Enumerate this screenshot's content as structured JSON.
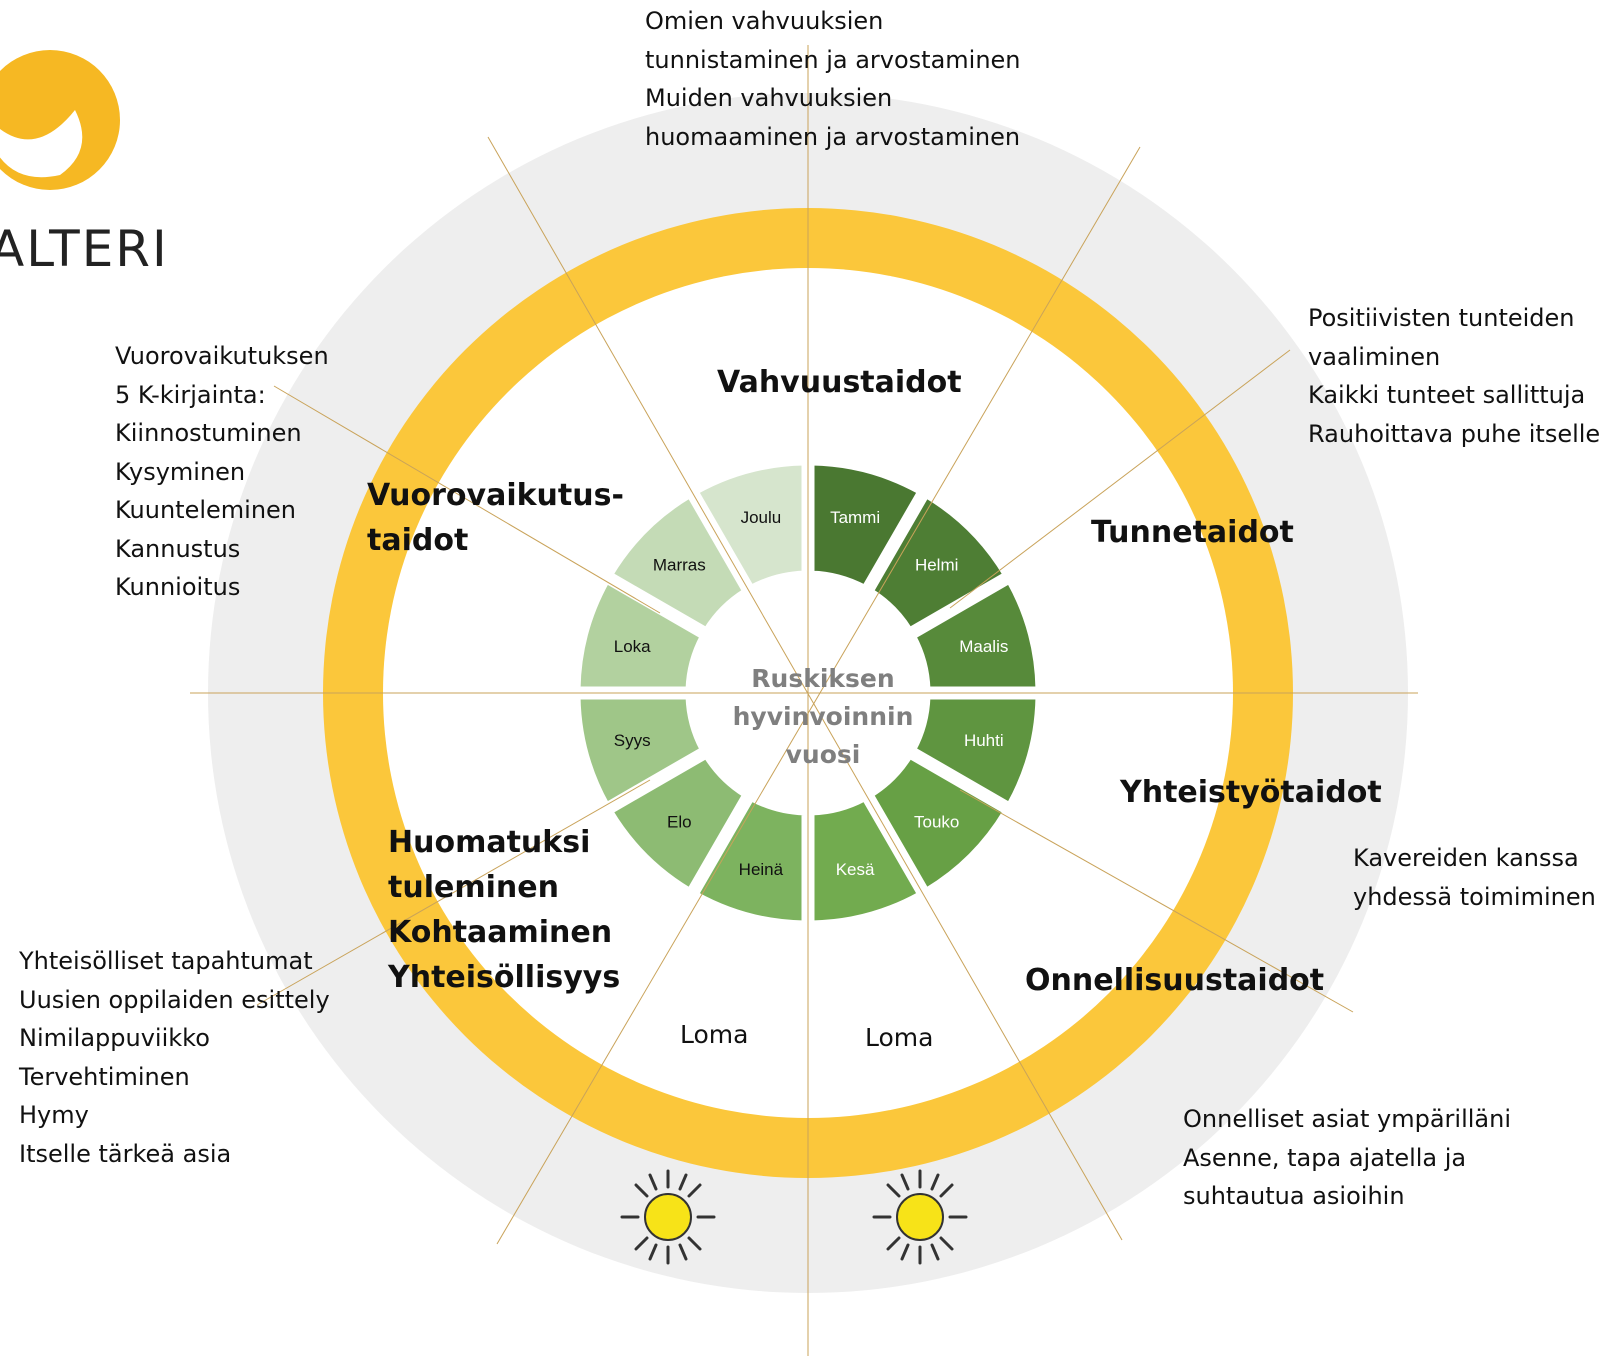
{
  "logo": {
    "text": "ALTERI",
    "color": "#f6b823"
  },
  "colors": {
    "outer_ring": "#eeeeee",
    "yellow_ring": "#fbc73b",
    "guide_line": "#c9a35a",
    "sun": "#f7e318"
  },
  "center": {
    "lines": [
      "Ruskiksen",
      "hyvinvoinnin",
      "vuosi"
    ]
  },
  "months": [
    {
      "label": "Tammi",
      "color": "#4a7831",
      "text_color": "#ffffff"
    },
    {
      "label": "Helmi",
      "color": "#4e7e34",
      "text_color": "#ffffff"
    },
    {
      "label": "Maalis",
      "color": "#578a3a",
      "text_color": "#ffffff"
    },
    {
      "label": "Huhti",
      "color": "#5f9540",
      "text_color": "#ffffff"
    },
    {
      "label": "Touko",
      "color": "#67a045",
      "text_color": "#ffffff"
    },
    {
      "label": "Kesä",
      "color": "#72ab4f",
      "text_color": "#ffffff"
    },
    {
      "label": "Heinä",
      "color": "#7db35f",
      "text_color": "#111111"
    },
    {
      "label": "Elo",
      "color": "#8dbb73",
      "text_color": "#111111"
    },
    {
      "label": "Syys",
      "color": "#9fc688",
      "text_color": "#111111"
    },
    {
      "label": "Loka",
      "color": "#b2d19f",
      "text_color": "#111111"
    },
    {
      "label": "Marras",
      "color": "#c4dbb6",
      "text_color": "#111111"
    },
    {
      "label": "Joulu",
      "color": "#d6e5cd",
      "text_color": "#111111"
    }
  ],
  "skills": {
    "vahvuustaidot": "Vahvuustaidot",
    "tunnetaidot": "Tunnetaidot",
    "yhteistyotaidot": "Yhteistyötaidot",
    "onnellisuustaidot": "Onnellisuustaidot",
    "vuorovaikutus": [
      "Vuorovaikutus-",
      "taidot"
    ],
    "huomatuksi": [
      "Huomatuksi",
      "tuleminen",
      "Kohtaaminen",
      "Yhteisöllisyys"
    ]
  },
  "loma": [
    "Loma",
    "Loma"
  ],
  "notes": {
    "top": [
      "Omien vahvuuksien",
      "tunnistaminen ja arvostaminen",
      "Muiden vahvuuksien",
      "huomaaminen ja arvostaminen"
    ],
    "top_right": [
      "Positiivisten tunteiden",
      "vaaliminen",
      "Kaikki tunteet sallittuja",
      "Rauhoittava puhe itselle"
    ],
    "right": [
      "Kavereiden kanssa",
      "yhdessä toimiminen"
    ],
    "bottom_right": [
      "Onnelliset asiat ympärilläni",
      "Asenne, tapa ajatella ja",
      "suhtautua asioihin"
    ],
    "left": [
      "Vuorovaikutuksen",
      "5 K-kirjainta:",
      "Kiinnostuminen",
      "Kysyminen",
      "Kuunteleminen",
      "Kannustus",
      "Kunnioitus"
    ],
    "bottom_left": [
      "Yhteisölliset tapahtumat",
      "Uusien oppilaiden esittely",
      "Nimilappuviikko",
      "Tervehtiminen",
      "Hymy",
      "Itselle tärkeä asia"
    ]
  }
}
